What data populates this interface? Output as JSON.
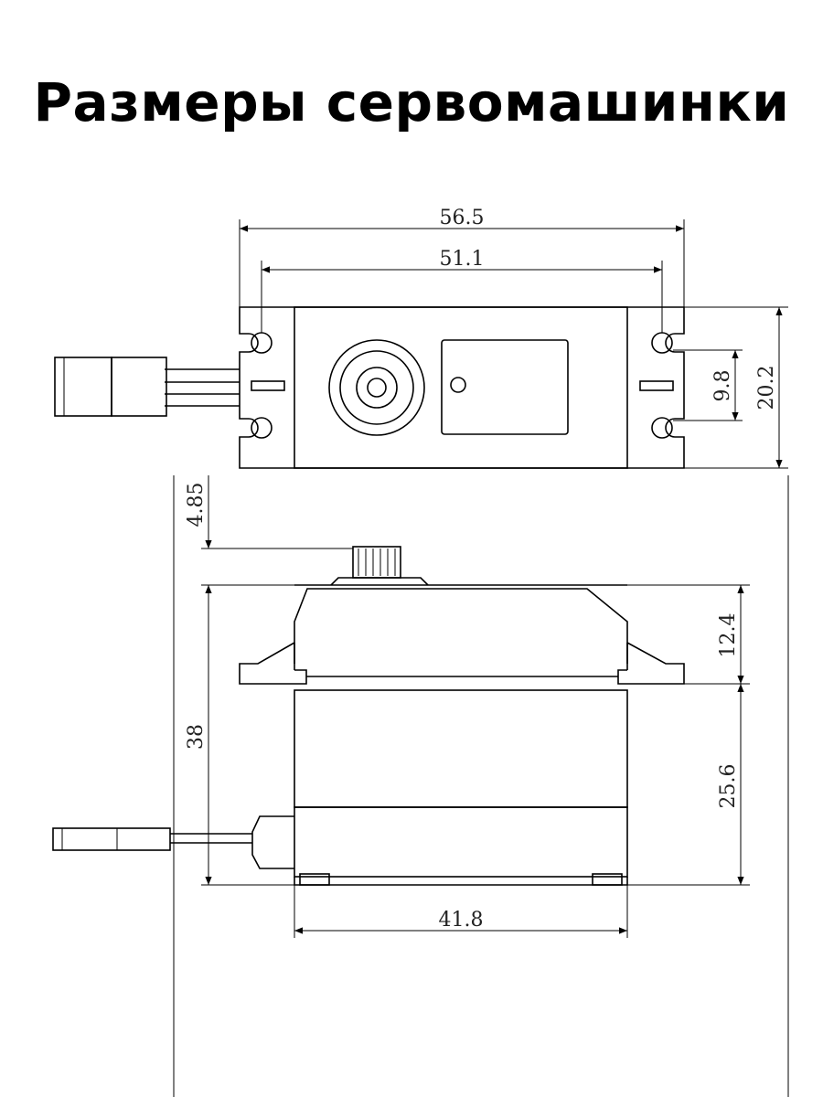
{
  "title": "Размеры сервомашинки",
  "dimensions": {
    "total_length": "56.5",
    "hole_spacing": "51.1",
    "hole_pitch": "9.8",
    "total_width": "20.2",
    "spline_height": "4.85",
    "upper_height": "12.4",
    "lower_height": "25.6",
    "total_height": "38",
    "body_length": "41.8"
  }
}
